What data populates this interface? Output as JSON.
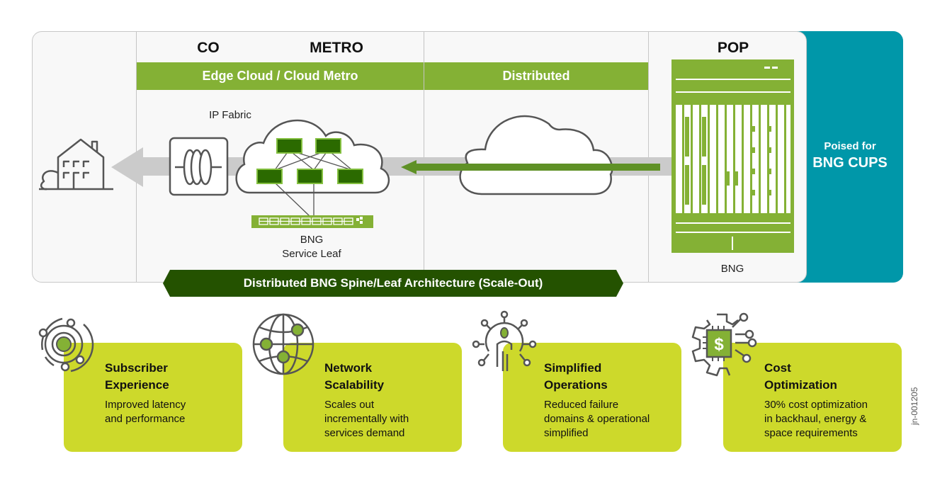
{
  "diagram": {
    "zones": {
      "co": "CO",
      "metro": "METRO",
      "pop": "POP"
    },
    "bands": {
      "edge_cloud": "Edge Cloud / Cloud Metro",
      "distributed": "Distributed"
    },
    "labels": {
      "ip_fabric": "IP Fabric",
      "bng_service_leaf_line1": "BNG",
      "bng_service_leaf_line2": "Service Leaf",
      "pop_bng": "BNG"
    },
    "cups": {
      "line1": "Poised for",
      "line2": "BNG CUPS"
    },
    "banner": "Distributed BNG Spine/Leaf Architecture (Scale-Out)",
    "colors": {
      "band_green": "#84b135",
      "dark_green": "#245200",
      "arrow_green": "#5f9126",
      "teal": "#0097a9",
      "card_lime": "#cdd92b",
      "icon_gray": "#555555"
    }
  },
  "cards": [
    {
      "title_line1": "Subscriber",
      "title_line2": "Experience",
      "desc": [
        "Improved latency",
        "and performance"
      ],
      "icon": "orbit-icon"
    },
    {
      "title_line1": "Network",
      "title_line2": "Scalability",
      "desc": [
        "Scales out",
        "incrementally with",
        "services demand"
      ],
      "icon": "globe-network-icon"
    },
    {
      "title_line1": "Simplified",
      "title_line2": "Operations",
      "desc": [
        "Reduced failure",
        "domains & operational",
        "simplified"
      ],
      "icon": "person-network-icon"
    },
    {
      "title_line1": "Cost",
      "title_line2": "Optimization",
      "desc": [
        "30% cost optimization",
        "in backhaul, energy &",
        "space requirements"
      ],
      "icon": "dollar-chip-gear-icon"
    }
  ],
  "doc_id": "jn-001205"
}
